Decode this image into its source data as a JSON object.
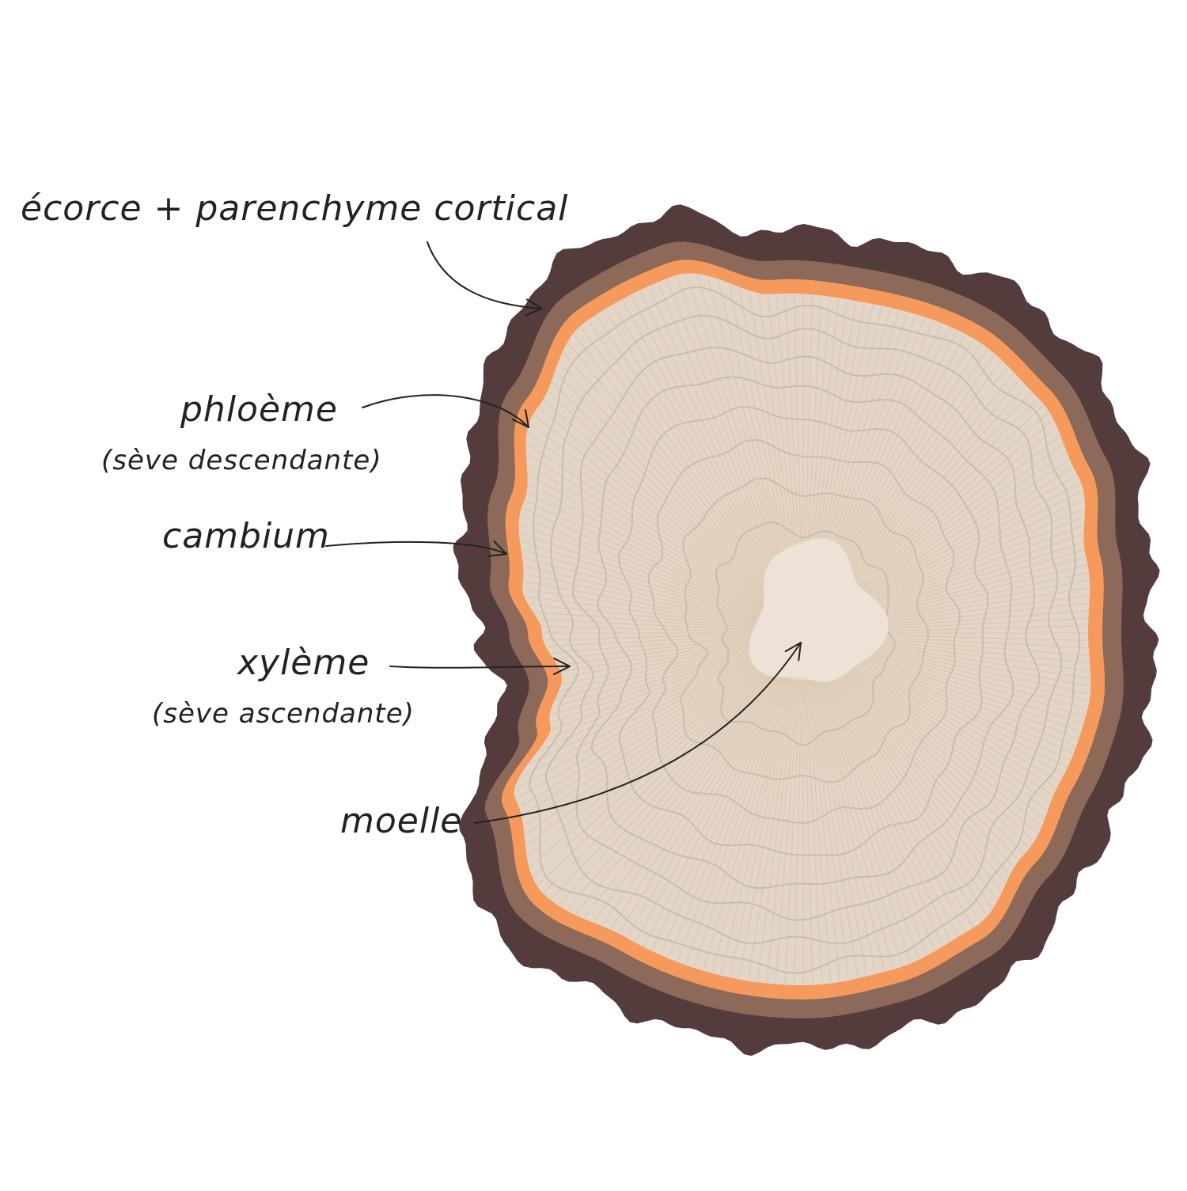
{
  "labels": {
    "ecorce": "écorce + parenchyme cortical",
    "phloeme": "phloème",
    "phloeme_sub": "(sève descendante)",
    "cambium": "cambium",
    "xyleme": "xylème",
    "xyleme_sub": "(sève ascendante)",
    "moelle": "moelle"
  },
  "colors": {
    "bark": "#533c3b",
    "phloem": "#8c6958",
    "cambium": "#f59a5c",
    "xylem": "#e3d5c7",
    "pith": "#eee1d5",
    "ray": "#d7c2a4",
    "growth_ring": "#c9bcad",
    "text": "#222222"
  }
}
